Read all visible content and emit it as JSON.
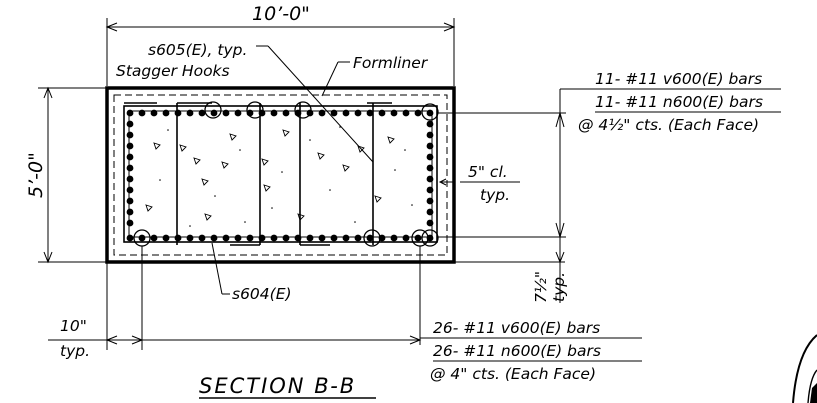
{
  "drawing": {
    "title": "SECTION B-B",
    "dim_width": "10’-0\"",
    "dim_height": "5’-0\"",
    "callout_s605": "s605(E), typ.",
    "callout_stagger": "Stagger Hooks",
    "callout_formliner": "Formliner",
    "right_bars_line1": "11- #11 v600(E) bars",
    "right_bars_line2": "11- #11 n600(E) bars",
    "right_bars_line3": "@ 4½\" cts. (Each Face)",
    "clear_cover": "5\" cl.",
    "clear_cover_typ": "typ.",
    "callout_s604": "s604(E)",
    "dim_bottom_right": "7½\"",
    "dim_bottom_right_typ": "typ.",
    "dim_left_bottom": "10\"",
    "dim_left_bottom_typ": "typ.",
    "bottom_bars_line1": "26- #11 v600(E) bars",
    "bottom_bars_line2": "26- #11 n600(E) bars",
    "bottom_bars_line3": "@ 4\" cts. (Each Face)"
  }
}
